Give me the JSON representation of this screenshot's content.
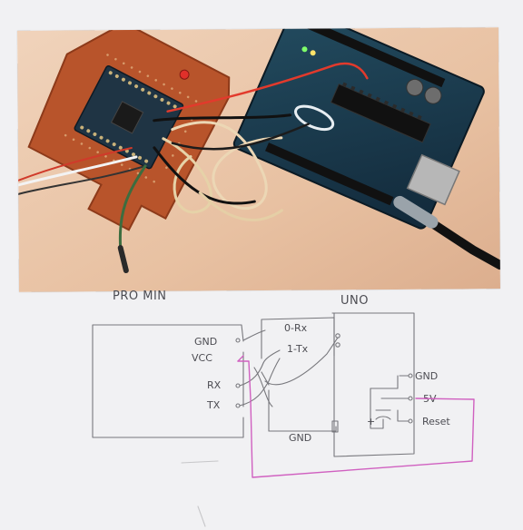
{
  "diagram": {
    "left_board": {
      "title": "PRO MIN"
    },
    "right_board": {
      "title": "UNO"
    },
    "left_pins": [
      "GND",
      "VCC",
      "RX",
      "TX"
    ],
    "ftdi_labels": [
      "0-Rx",
      "1-Tx"
    ],
    "right_pins": [
      "GND",
      "5V",
      "Reset"
    ],
    "bottom_gnd": "GND",
    "capacitor_polarity": "+"
  },
  "colors": {
    "pencil": "#77777c",
    "highlight_wire": "#d060c0",
    "photo_background": "#e9c6a9",
    "protoboard": "#b8542b",
    "arduino_board": "#1d3b4c"
  }
}
